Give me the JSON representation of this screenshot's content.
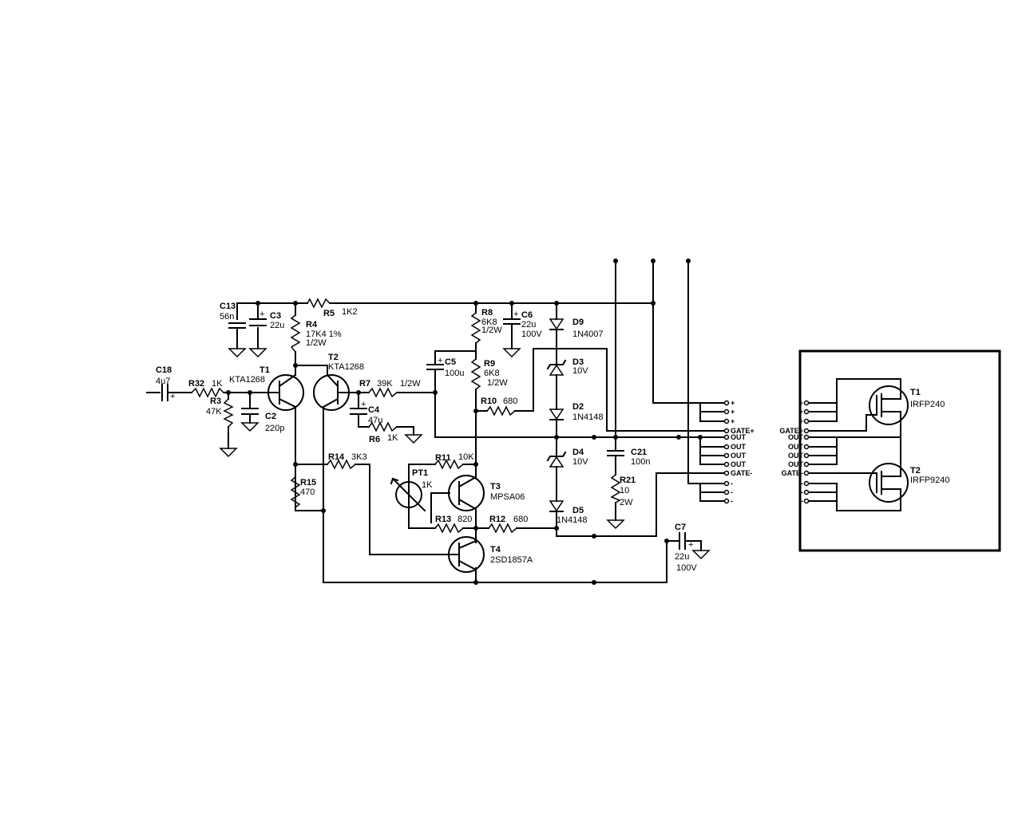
{
  "components": {
    "C13": {
      "ref": "C13",
      "value": "56n"
    },
    "C3": {
      "ref": "C3",
      "value": "22u"
    },
    "R5": {
      "ref": "R5",
      "value": "1K2"
    },
    "R4": {
      "ref": "R4",
      "value": "17K4 1%",
      "value2": "1/2W"
    },
    "C18": {
      "ref": "C18",
      "value": "4u7"
    },
    "R32": {
      "ref": "R32",
      "value": "1K"
    },
    "R3": {
      "ref": "R3",
      "value": "47K"
    },
    "C2": {
      "ref": "C2",
      "value": "220p"
    },
    "T1": {
      "ref": "T1",
      "value": "KTA1268"
    },
    "T2": {
      "ref": "T2",
      "value": "KTA1268"
    },
    "R7": {
      "ref": "R7",
      "value": "39K",
      "value2": "1/2W"
    },
    "C4": {
      "ref": "C4",
      "value": "47u"
    },
    "R6": {
      "ref": "R6",
      "value": "1K"
    },
    "C5": {
      "ref": "C5",
      "value": "100u"
    },
    "R8": {
      "ref": "R8",
      "value": "6K8",
      "value2": "1/2W"
    },
    "C6": {
      "ref": "C6",
      "value": "22u",
      "value2": "100V"
    },
    "R9": {
      "ref": "R9",
      "value": "6K8",
      "value2": "1/2W"
    },
    "R10": {
      "ref": "R10",
      "value": "680"
    },
    "D9": {
      "ref": "D9",
      "value": "1N4007"
    },
    "D3": {
      "ref": "D3",
      "value": "10V"
    },
    "D2": {
      "ref": "D2",
      "value": "1N4148"
    },
    "D4": {
      "ref": "D4",
      "value": "10V"
    },
    "D5": {
      "ref": "D5",
      "value": "1N4148"
    },
    "C21": {
      "ref": "C21",
      "value": "100n"
    },
    "R21": {
      "ref": "R21",
      "value": "10",
      "value2": "2W"
    },
    "R14": {
      "ref": "R14",
      "value": "3K3"
    },
    "R15": {
      "ref": "R15",
      "value": "470"
    },
    "R11": {
      "ref": "R11",
      "value": "10K"
    },
    "PT1": {
      "ref": "PT1",
      "value": "1K"
    },
    "T3": {
      "ref": "T3",
      "value": "MPSA06"
    },
    "R13": {
      "ref": "R13",
      "value": "820"
    },
    "R12": {
      "ref": "R12",
      "value": "680"
    },
    "T4": {
      "ref": "T4",
      "value": "2SD1857A"
    },
    "C7": {
      "ref": "C7",
      "value": "22u",
      "value2": "100V"
    }
  },
  "connector_left": [
    "+",
    "+",
    "+",
    "GATE+",
    "OUT",
    "OUT",
    "OUT",
    "OUT",
    "GATE-",
    "-",
    "-",
    "-"
  ],
  "connector_right": [
    "+",
    "+",
    "+",
    "GATE+",
    "OUT",
    "OUT",
    "OUT",
    "OUT",
    "GATE-",
    "-",
    "-",
    "-"
  ],
  "mosfets": {
    "T1": {
      "ref": "T1",
      "value": "IRFP240"
    },
    "T2": {
      "ref": "T2",
      "value": "IRFP9240"
    }
  }
}
